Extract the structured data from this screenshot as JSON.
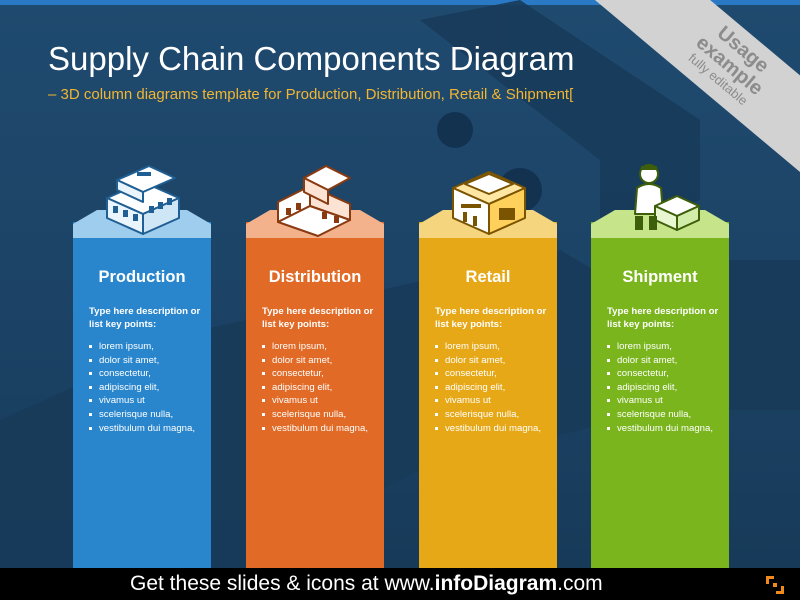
{
  "title": "Supply Chain Components Diagram",
  "subtitle": "– 3D column diagrams template for Production, Distribution, Retail & Shipment[",
  "corner_badge": {
    "line1": "Usage",
    "line2": "example",
    "line3": "fully editable"
  },
  "columns": [
    {
      "title": "Production",
      "icon": "factory-icon",
      "color": "#2a86cc",
      "cap_color": "#9fcdee",
      "description": "Type here description or list key points:",
      "items": [
        "lorem ipsum,",
        "dolor sit amet,",
        "consectetur,",
        "adipiscing elit,",
        "vivamus ut",
        "scelerisque nulla,",
        "vestibulum dui magna,"
      ]
    },
    {
      "title": "Distribution",
      "icon": "warehouse-icon",
      "color": "#e06a26",
      "cap_color": "#f4b28c",
      "description": "Type here description or list key points:",
      "items": [
        "lorem ipsum,",
        "dolor sit amet,",
        "consectetur,",
        "adipiscing elit,",
        "vivamus ut",
        "scelerisque nulla,",
        "vestibulum dui magna,"
      ]
    },
    {
      "title": "Retail",
      "icon": "store-icon",
      "color": "#e6a817",
      "cap_color": "#f5d67e",
      "description": "Type here description or list key points:",
      "items": [
        "lorem ipsum,",
        "dolor sit amet,",
        "consectetur,",
        "adipiscing elit,",
        "vivamus ut",
        "scelerisque nulla,",
        "vestibulum dui magna,"
      ]
    },
    {
      "title": "Shipment",
      "icon": "delivery-person-icon",
      "color": "#7ab51d",
      "cap_color": "#c6e58a",
      "description": "Type here description or list key points:",
      "items": [
        "lorem ipsum,",
        "dolor sit amet,",
        "consectetur,",
        "adipiscing elit,",
        "vivamus ut",
        "scelerisque nulla,",
        "vestibulum dui magna,"
      ]
    }
  ],
  "footer": {
    "prefix": "Get these slides & icons at www.",
    "brand": "infoDiagram",
    "suffix": ".com",
    "logo_color": "#f08a1c"
  }
}
